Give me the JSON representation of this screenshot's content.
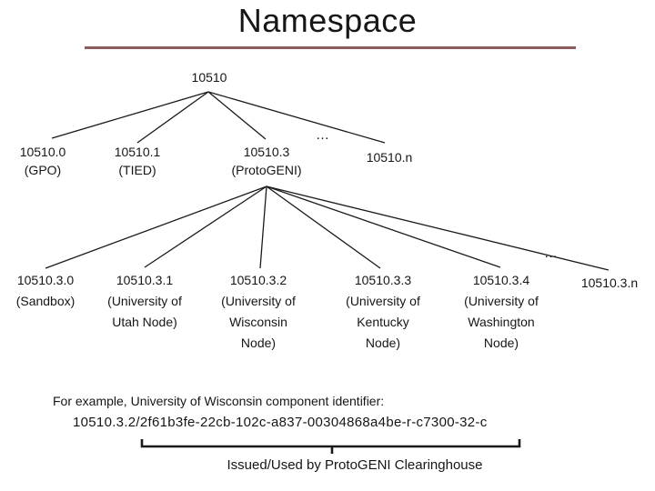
{
  "title": "Namespace",
  "tree": {
    "root": {
      "id": "10510"
    },
    "level2": [
      {
        "id": "10510.0",
        "name": "(GPO)"
      },
      {
        "id": "10510.1",
        "name": "(TIED)"
      },
      {
        "id": "10510.3",
        "name": "(ProtoGENI)"
      },
      {
        "id": "10510.n",
        "name": ""
      }
    ],
    "ellipsis1": "…",
    "level3": [
      {
        "id": "10510.3.0",
        "name": "(Sandbox)"
      },
      {
        "id": "10510.3.1",
        "name": "(University of\nUtah Node)"
      },
      {
        "id": "10510.3.2",
        "name": "(University of\nWisconsin\nNode)"
      },
      {
        "id": "10510.3.3",
        "name": "(University of\nKentucky\nNode)"
      },
      {
        "id": "10510.3.4",
        "name": "(University of\nWashington\nNode)"
      },
      {
        "id": "10510.3.n",
        "name": ""
      }
    ],
    "ellipsis2": "…"
  },
  "example": {
    "intro": "For example, University of Wisconsin component identifier:",
    "identifier": "10510.3.2/2f61b3fe-22cb-102c-a837-00304868a4be-r-c7300-32-c",
    "brace_caption": "Issued/Used by ProtoGENI Clearinghouse"
  },
  "colors": {
    "title_rule": "#8e5c5c",
    "text": "#161616",
    "connector_line": "#1a1a1a"
  }
}
